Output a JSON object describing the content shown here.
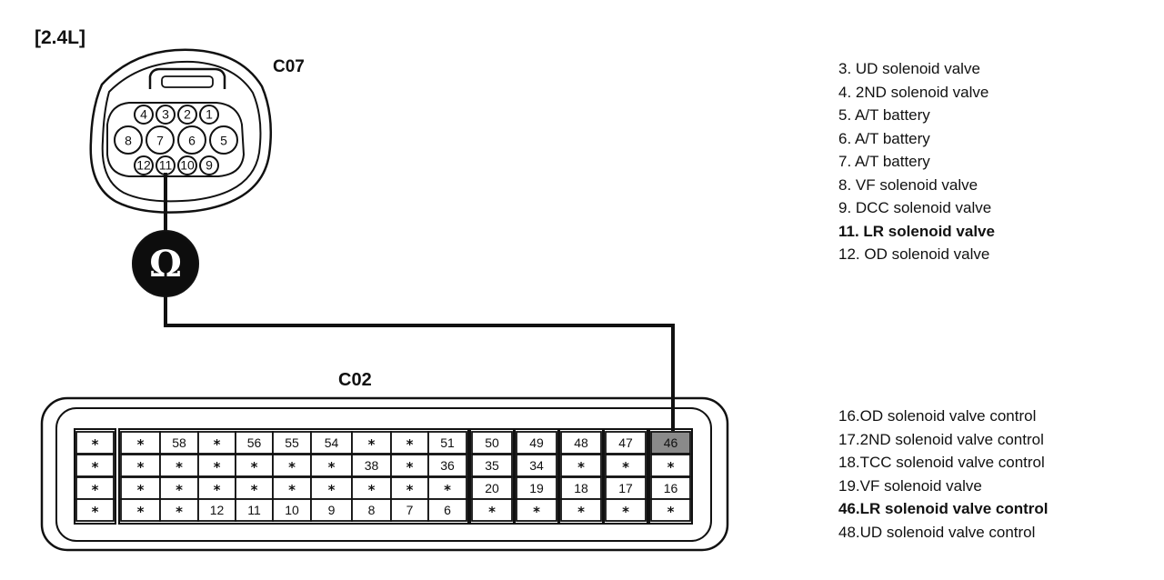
{
  "engine_label": "[2.4L]",
  "connector_c07": {
    "label": "C07",
    "pins_top": [
      "4",
      "3",
      "2",
      "1"
    ],
    "pins_middle": [
      "8",
      "7",
      "6",
      "5"
    ],
    "pins_bottom": [
      "12",
      "11",
      "10",
      "9"
    ]
  },
  "meter": {
    "symbol": "Ω"
  },
  "connector_c02": {
    "label": "C02",
    "rows": [
      [
        "*",
        "*",
        "58",
        "*",
        "56",
        "55",
        "54",
        "*",
        "*",
        "51",
        "50",
        "49",
        "48",
        "47",
        "46"
      ],
      [
        "*",
        "*",
        "*",
        "*",
        "*",
        "*",
        "*",
        "38",
        "*",
        "36",
        "35",
        "34",
        "*",
        "*",
        "*"
      ],
      [
        "*",
        "*",
        "*",
        "*",
        "*",
        "*",
        "*",
        "*",
        "*",
        "*",
        "20",
        "19",
        "18",
        "17",
        "16"
      ],
      [
        "*",
        "*",
        "*",
        "12",
        "11",
        "10",
        "9",
        "8",
        "7",
        "6",
        "*",
        "*",
        "*",
        "*",
        "*"
      ]
    ],
    "highlighted_cell": "46"
  },
  "legend_c07": [
    {
      "text": "3. UD solenoid valve",
      "bold": false
    },
    {
      "text": "4. 2ND solenoid valve",
      "bold": false
    },
    {
      "text": "5. A/T battery",
      "bold": false
    },
    {
      "text": "6. A/T battery",
      "bold": false
    },
    {
      "text": "7. A/T battery",
      "bold": false
    },
    {
      "text": "8. VF solenoid valve",
      "bold": false
    },
    {
      "text": "9. DCC solenoid valve",
      "bold": false
    },
    {
      "text": "11. LR solenoid valve",
      "bold": true
    },
    {
      "text": "12. OD solenoid valve",
      "bold": false
    }
  ],
  "legend_c02": [
    {
      "text": "16.OD solenoid valve control",
      "bold": false
    },
    {
      "text": "17.2ND solenoid valve control",
      "bold": false
    },
    {
      "text": "18.TCC solenoid valve control",
      "bold": false
    },
    {
      "text": "19.VF solenoid valve",
      "bold": false
    },
    {
      "text": "46.LR solenoid valve control",
      "bold": true
    },
    {
      "text": "48.UD solenoid valve control",
      "bold": false
    }
  ]
}
